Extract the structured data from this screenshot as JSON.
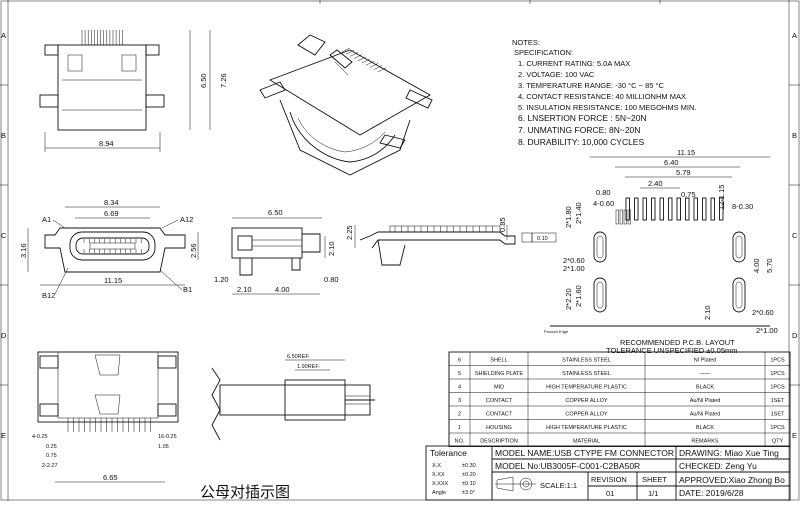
{
  "border_marks": {
    "rows": [
      "A",
      "B",
      "C",
      "D",
      "E"
    ]
  },
  "notes": {
    "title": "NOTES:",
    "subtitle": "SPECIFICATION:",
    "items": [
      "1. CURRENT RATING: 5.0A MAX",
      "2. VOLTAGE: 100 VAC",
      "3. TEMPERATURE RANGE: -30 °C ~ 85 °C",
      "4. CONTACT RESISTANCE: 40 MILLIONHM MAX",
      "5. INSULATION RESISTANCE: 100 MEGOHMS MIN.",
      "6.  LNSERTION FORCE : 5N~20N",
      "7.  UNMATING FORCE: 8N~20N",
      "8.  DURABILITY:    10,000  CYCLES"
    ]
  },
  "top_view": {
    "dim_width": "8.94",
    "dim_h1": "6.50",
    "dim_h2": "7.26"
  },
  "front_view": {
    "dim_outer": "8.34",
    "dim_inner": "6.69",
    "dim_bottom": "11.15",
    "dim_left": "3.16",
    "dim_right": "2.56",
    "label_a1": "A1",
    "label_a12": "A12",
    "label_b12": "B12",
    "label_b1": "B1"
  },
  "side_view": {
    "dim_top": "6.50",
    "dim_right": "2.10",
    "dim_left": "1.20",
    "dim_b1": "2.10",
    "dim_b2": "4.00",
    "dim_b3": "0.80"
  },
  "profile_view": {
    "dim_left": "2.25",
    "dim_right": "0.85",
    "flat_box": "0.10"
  },
  "pcb_layout": {
    "dims": {
      "d1115": "11.15",
      "d640": "6.40",
      "d579": "5.79",
      "d240": "2.40",
      "d075": "0.75",
      "d080": "0.80",
      "d460": "4-0.60",
      "d1215": "12-1.15",
      "d830": "8-0.30",
      "d280": "2*1.80",
      "d2140": "2*1.40",
      "d2060": "2*0.60",
      "d2100": "2*1.00",
      "d400": "4.00",
      "d570": "5.70",
      "d2220": "2*2.20",
      "d2160": "2*1.60",
      "d210": "2.10",
      "d2060b": "2*0.60",
      "d2100b": "2*1.00"
    },
    "edge_label": "Product Edge",
    "caption1": "RECOMMENDED  P.C.B. LAYOUT",
    "caption2": "TOLERANCE UNSPECIFIED ±0.05mm"
  },
  "bottom_left_view": {
    "dim_l1": "4-0.25",
    "dim_l2": "0.25",
    "dim_l3": "0.75",
    "dim_l4": "2-2.27",
    "dim_r1": "16-0.25",
    "dim_r2": "1.05",
    "dim_bottom": "6.65"
  },
  "middle_view": {
    "dim_top1": "6.50REF.",
    "dim_top2": "1.90REF.",
    "caption": "公母对插示图"
  },
  "bom": {
    "headers": [
      "NO.",
      "DESCRIPTION",
      "MATERIAL",
      "REMARKS",
      "QTY"
    ],
    "rows": [
      [
        "6",
        "SHELL",
        "STAINLESS  STEEL",
        "NI Plated",
        "1PCS"
      ],
      [
        "5",
        "SHIELDING PLATE",
        "STAINLESS  STEEL",
        "——",
        "1PCS"
      ],
      [
        "4",
        "MID",
        "HIGH TEMPERATURE PLASTIC",
        "BLACK",
        "1PCS"
      ],
      [
        "3",
        "CONTACT",
        "COPPER ALLOY",
        "Au/Ni Plated",
        "1SET"
      ],
      [
        "2",
        "CONTACT",
        "COPPER ALLOY",
        "Au/Ni Plated",
        "1SET"
      ],
      [
        "1",
        "HOUSING",
        "HIGH TEMPERATURE PLASTIC",
        "BLACK",
        "1PCS"
      ]
    ]
  },
  "title_block": {
    "tolerance_title": "Tolerance",
    "tol_rows": [
      [
        "X.X",
        "±0.30"
      ],
      [
        "X.XX",
        "±0.20"
      ],
      [
        "X.XXX",
        "±0.10"
      ],
      [
        "Angle",
        "±3.0°"
      ]
    ],
    "model_name": "MODEL  NAME:USB  CTYPE  FM  CONNECTOR",
    "model_no": "MODEL  No:UB3005F-C001-C2BA50R",
    "scale": "SCALE:1:1",
    "revision_label": "REVISION",
    "revision_value": "01",
    "sheet_label": "SHEET",
    "sheet_value": "1/1",
    "drawing": "DRAWING:  Miao  Xue  Ting",
    "checked": "CHECKED:  Zeng  Yu",
    "approved": "APPROVED:Xiao  Zhong  Bo",
    "date": "DATE:        2019/6/28"
  }
}
